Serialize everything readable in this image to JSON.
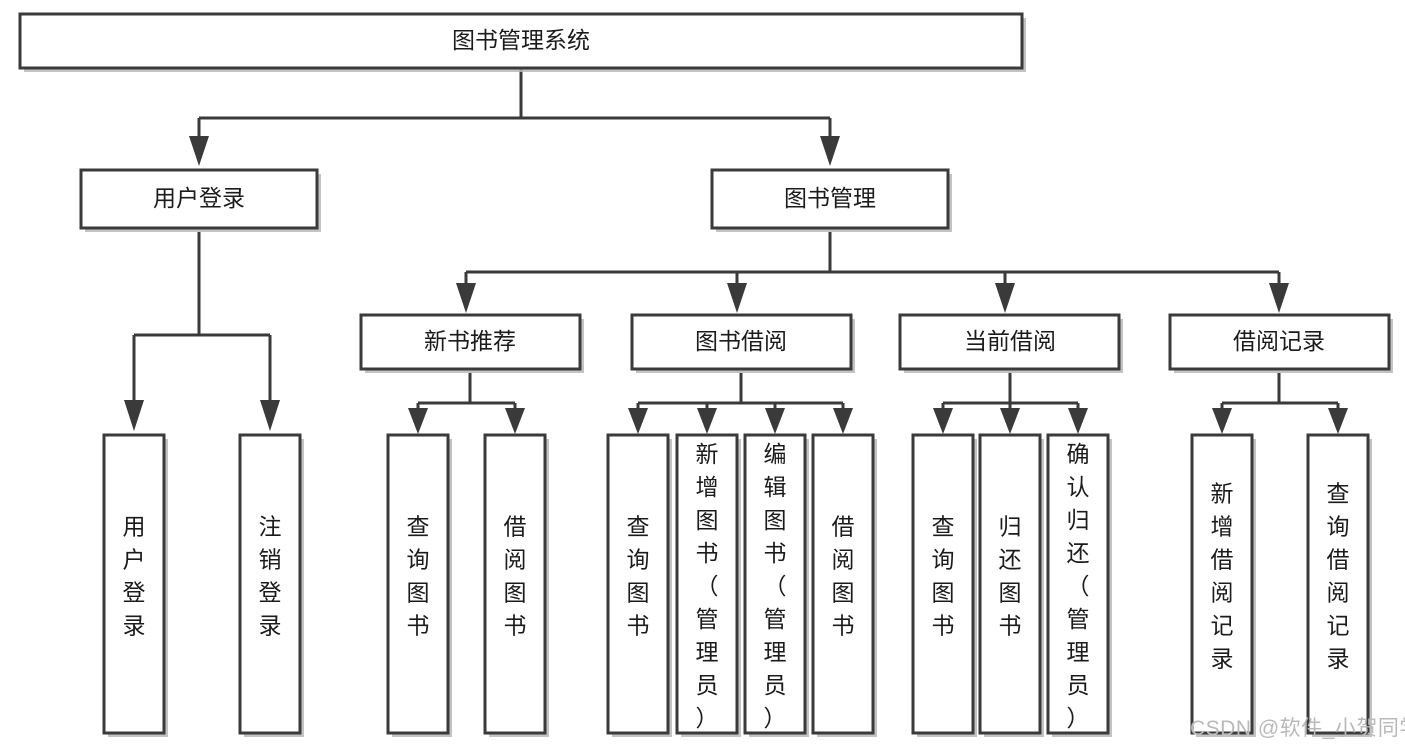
{
  "diagram": {
    "type": "tree-hierarchy",
    "title": "图书管理系统",
    "root": {
      "id": "root",
      "label": "图书管理系统",
      "orientation": "horizontal"
    },
    "level2": [
      {
        "id": "user-login",
        "label": "用户登录",
        "orientation": "horizontal"
      },
      {
        "id": "book-manage",
        "label": "图书管理",
        "orientation": "horizontal"
      }
    ],
    "level3": [
      {
        "id": "new-book-rec",
        "label": "新书推荐",
        "orientation": "horizontal",
        "parent": "book-manage"
      },
      {
        "id": "book-borrow",
        "label": "图书借阅",
        "orientation": "horizontal",
        "parent": "book-manage"
      },
      {
        "id": "current-borrow",
        "label": "当前借阅",
        "orientation": "horizontal",
        "parent": "book-manage"
      },
      {
        "id": "borrow-record",
        "label": "借阅记录",
        "orientation": "horizontal",
        "parent": "book-manage"
      }
    ],
    "leaves": [
      {
        "id": "leaf-user-login",
        "label": "用户登录",
        "orientation": "vertical",
        "parent": "user-login"
      },
      {
        "id": "leaf-user-logout",
        "label": "注销登录",
        "orientation": "vertical",
        "parent": "user-login"
      },
      {
        "id": "leaf-query-book-1",
        "label": "查询图书",
        "orientation": "vertical",
        "parent": "new-book-rec"
      },
      {
        "id": "leaf-borrow-book-1",
        "label": "借阅图书",
        "orientation": "vertical",
        "parent": "new-book-rec"
      },
      {
        "id": "leaf-query-book-2",
        "label": "查询图书",
        "orientation": "vertical",
        "parent": "book-borrow"
      },
      {
        "id": "leaf-add-book",
        "label": "新增图书（管理员）",
        "orientation": "vertical",
        "parent": "book-borrow"
      },
      {
        "id": "leaf-edit-book",
        "label": "编辑图书（管理员）",
        "orientation": "vertical",
        "parent": "book-borrow"
      },
      {
        "id": "leaf-borrow-book-2",
        "label": "借阅图书",
        "orientation": "vertical",
        "parent": "book-borrow"
      },
      {
        "id": "leaf-query-book-3",
        "label": "查询图书",
        "orientation": "vertical",
        "parent": "current-borrow"
      },
      {
        "id": "leaf-return-book",
        "label": "归还图书",
        "orientation": "vertical",
        "parent": "current-borrow"
      },
      {
        "id": "leaf-confirm-return",
        "label": "确认归还（管理员）",
        "orientation": "vertical",
        "parent": "current-borrow"
      },
      {
        "id": "leaf-add-record",
        "label": "新增借阅记录",
        "orientation": "vertical",
        "parent": "borrow-record"
      },
      {
        "id": "leaf-query-record",
        "label": "查询借阅记录",
        "orientation": "vertical",
        "parent": "borrow-record"
      }
    ],
    "colors": {
      "stroke": "#3a3a3a",
      "fill": "#ffffff",
      "text": "#1b1b1b",
      "shadow": "#b8b8b8",
      "watermark": "#b9b9b9"
    }
  },
  "watermark": {
    "label": "CSDN @软件_小贺同学"
  }
}
